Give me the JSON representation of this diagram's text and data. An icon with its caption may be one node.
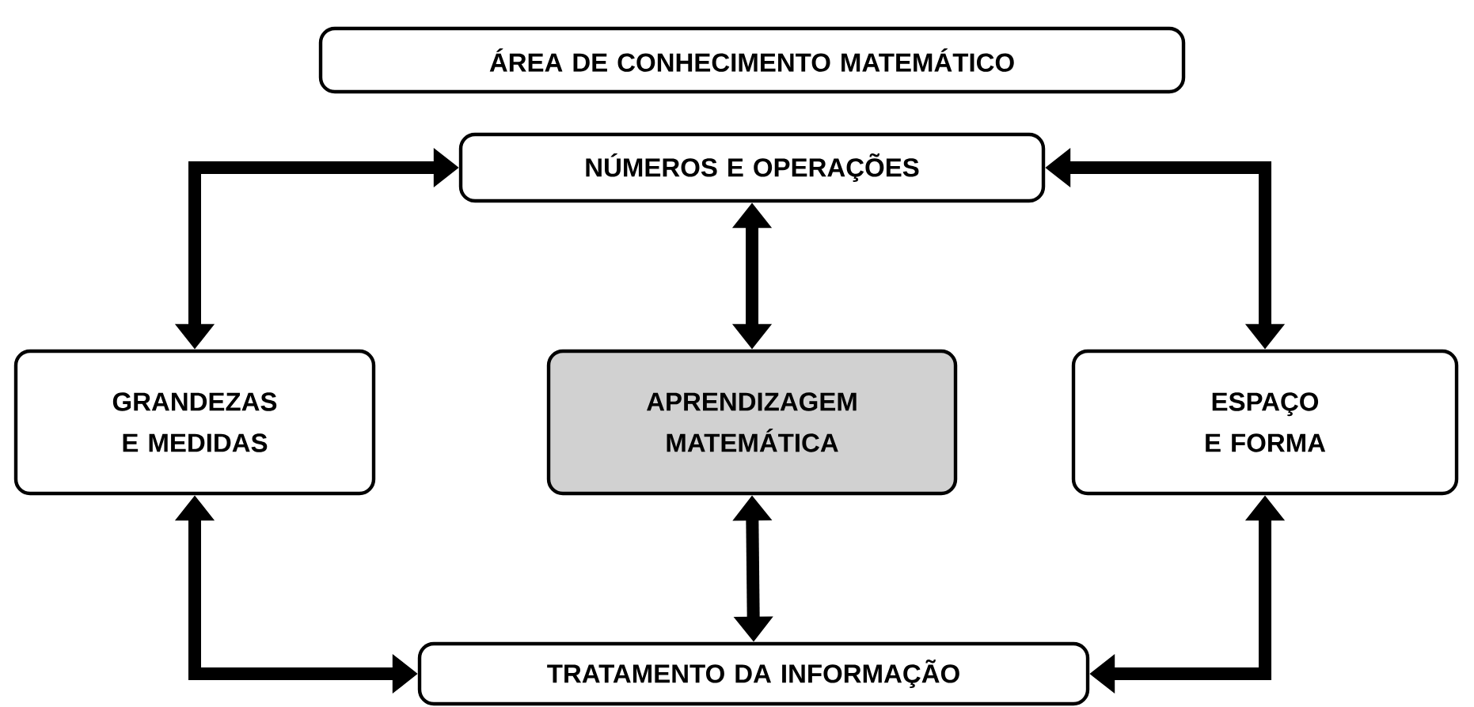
{
  "diagram": {
    "nodes": [
      {
        "text": [
          "ÁREA DE CONHECIMENTO MATEMÁTICO"
        ]
      },
      {
        "text": [
          "NÚMEROS E OPERAÇÕES"
        ]
      },
      {
        "text": [
          "GRANDEZAS E MEDIDAS"
        ]
      },
      {
        "text": [
          "APRENDIZAGEM MATEMÁTICA"
        ]
      },
      {
        "text": [
          "ESPAÇO E FORMA"
        ]
      },
      {
        "text": [
          "TRATAMENTO DA INFORMAÇÃO"
        ]
      }
    ],
    "edges": [
      {
        "from": 1,
        "to": 2,
        "arrow": "both"
      },
      {
        "from": 1,
        "to": 3,
        "arrow": "both"
      },
      {
        "from": 1,
        "to": 4,
        "arrow": "both"
      },
      {
        "from": 3,
        "to": 5,
        "arrow": "both"
      },
      {
        "from": 2,
        "to": 5,
        "arrow": "both"
      },
      {
        "from": 4,
        "to": 5,
        "arrow": "both"
      }
    ]
  }
}
